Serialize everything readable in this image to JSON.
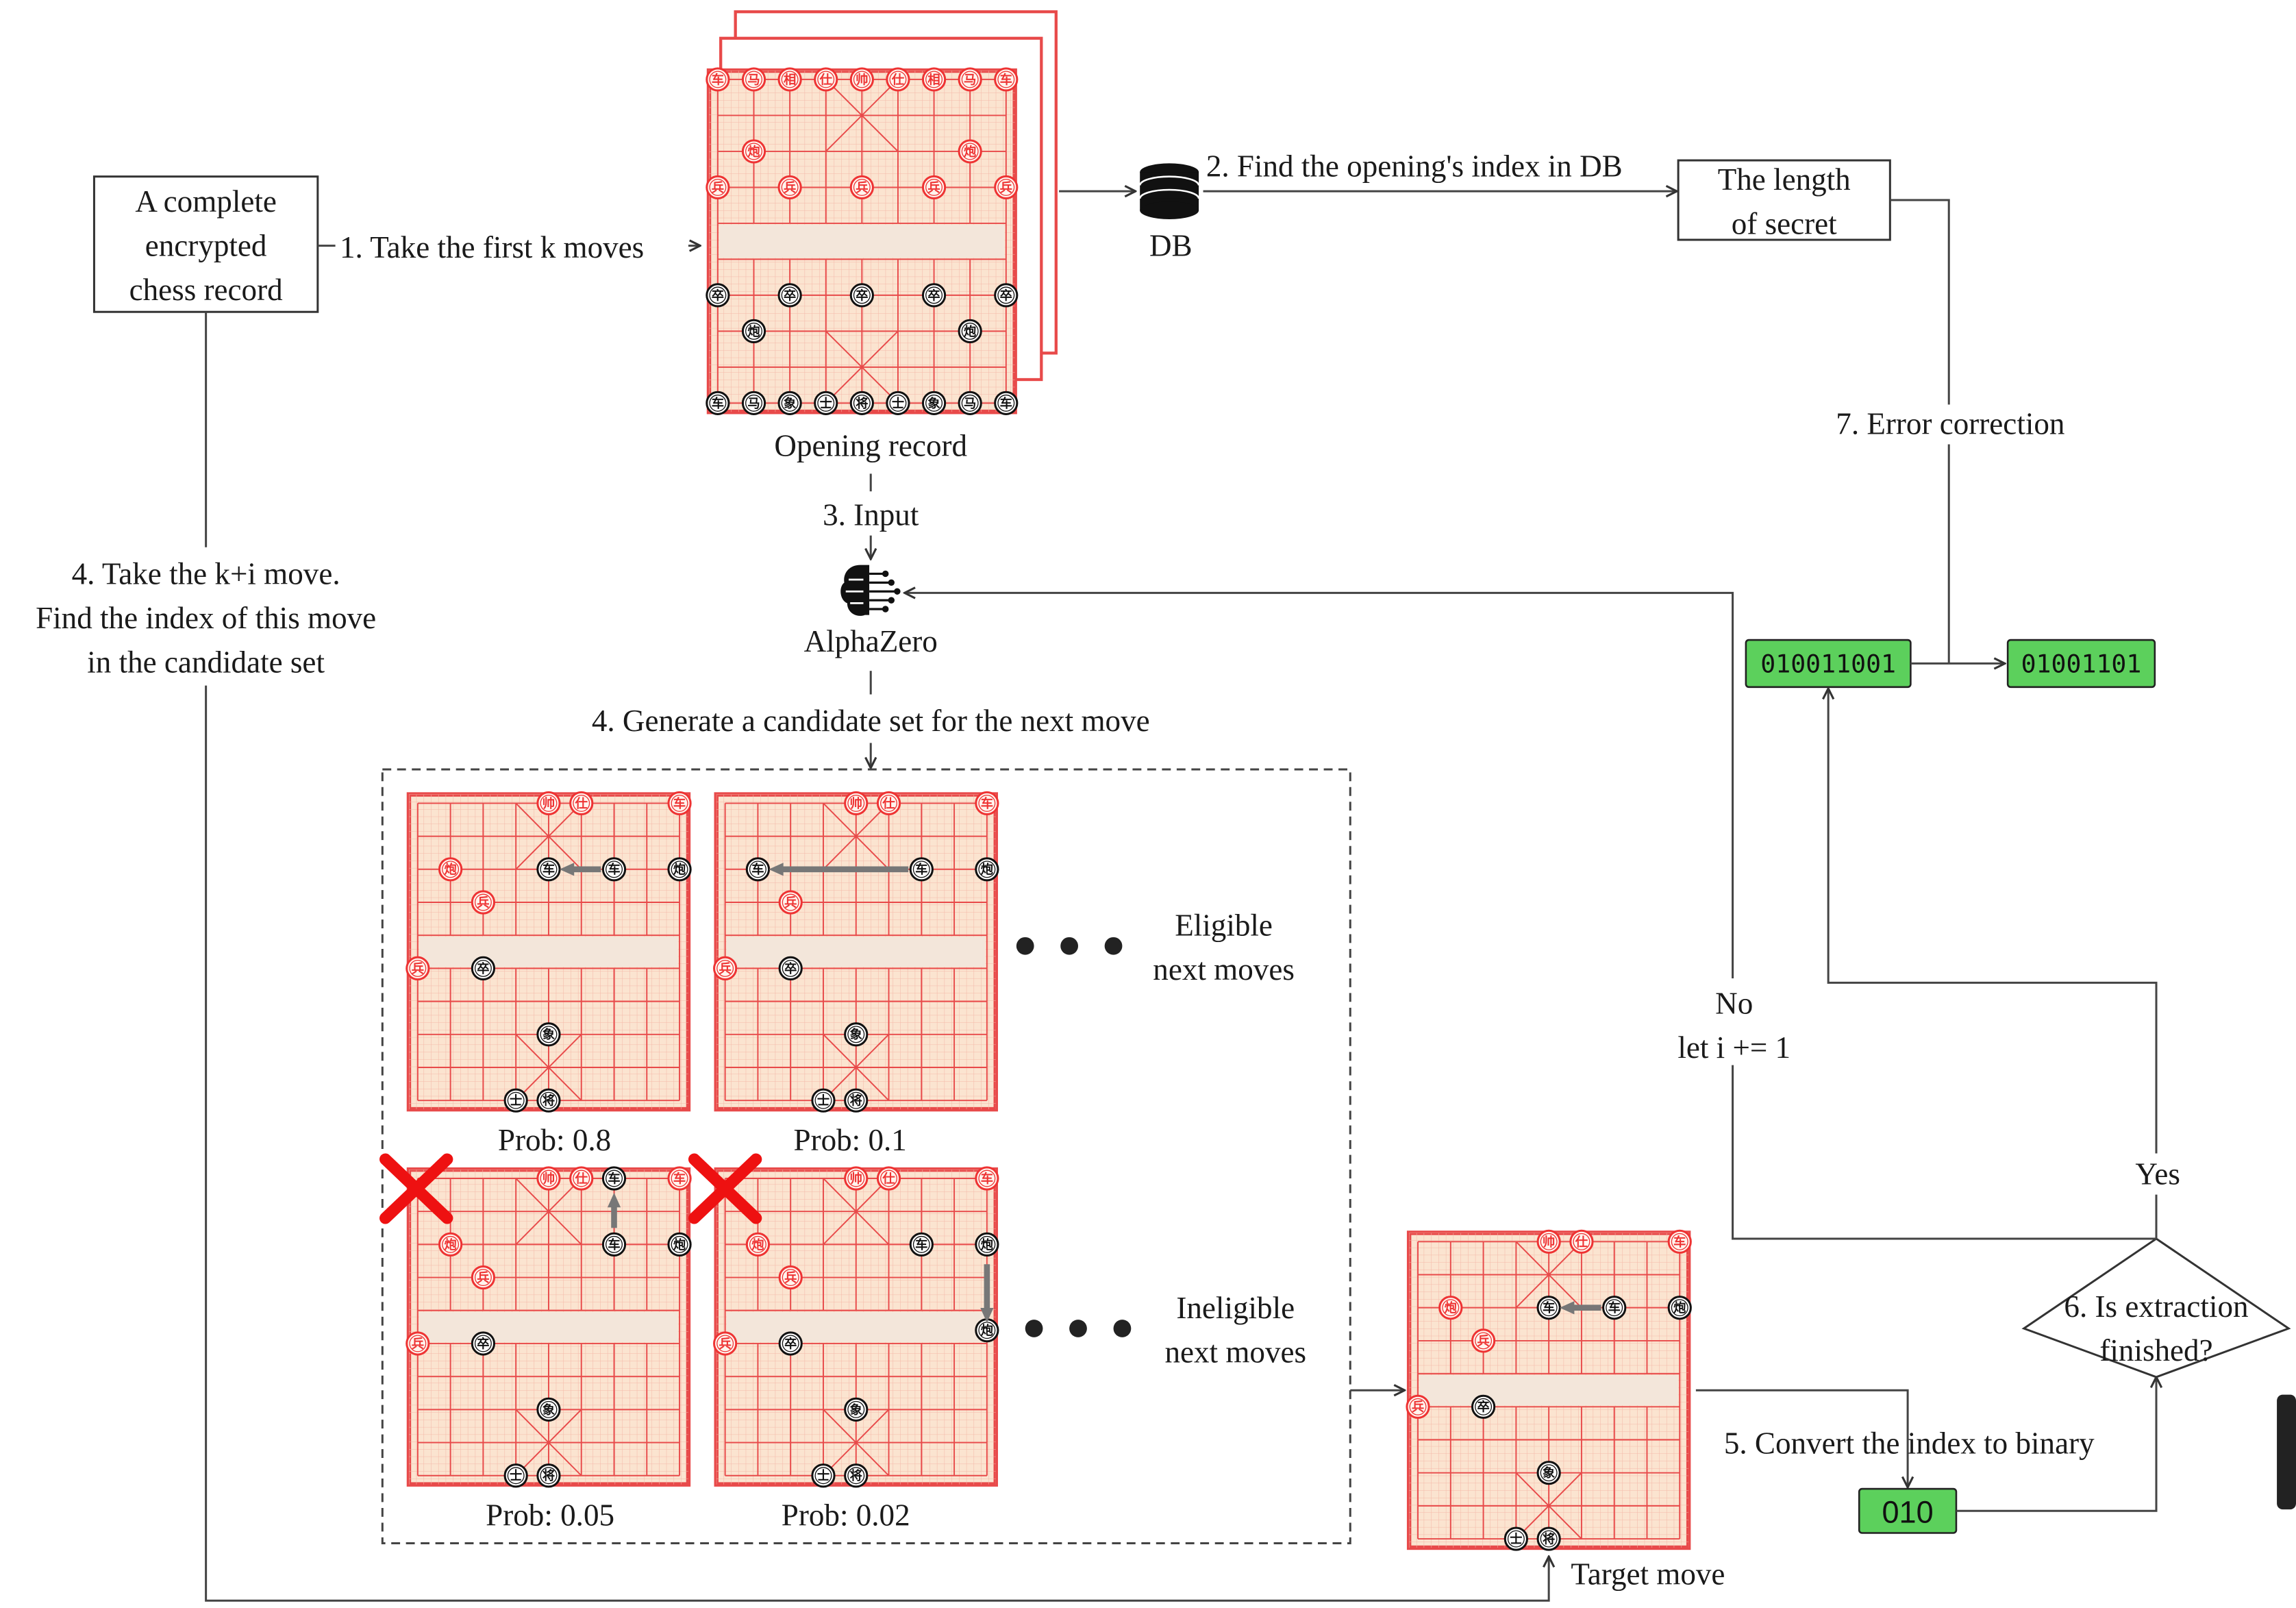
{
  "labels": {
    "record_box": [
      "A complete",
      "encrypted",
      "chess  record"
    ],
    "step1": "1. Take the first k moves",
    "step2": "2. Find the opening's index in DB",
    "db": "DB",
    "length_box": [
      "The length",
      "of secret"
    ],
    "opening_record": "Opening record",
    "step3": "3. Input",
    "alphazero": "AlphaZero",
    "step4_left": [
      "4. Take the k+i move.",
      "Find the index of this move",
      "in the candidate set"
    ],
    "step4_gen": "4. Generate a candidate set for the next move",
    "eligible": [
      "Eligible",
      "next moves"
    ],
    "ineligible": [
      "Ineligible",
      "next moves"
    ],
    "prob_1": "Prob: 0.8",
    "prob_2": "Prob: 0.1",
    "prob_3": "Prob: 0.05",
    "prob_4": "Prob: 0.02",
    "step7": "7. Error correction",
    "bits_before": "010011001",
    "bits_after": "01001101",
    "no_branch": [
      "No",
      "let i += 1"
    ],
    "yes_branch": "Yes",
    "decision": [
      "6. Is extraction",
      "finished?"
    ],
    "step5": "5. Convert the index to binary",
    "binary_index": "010",
    "target_move": "Target move"
  },
  "colors": {
    "board_fill": "#fbe4d0",
    "board_line": "#e84a4a",
    "river": "#f3e6da",
    "bit_box": "#5cd05c",
    "cross": "#ee1111",
    "arrow_gray": "#777777"
  },
  "icons": [
    "database-icon",
    "neural-brain-icon",
    "rejected-cross-icon"
  ]
}
